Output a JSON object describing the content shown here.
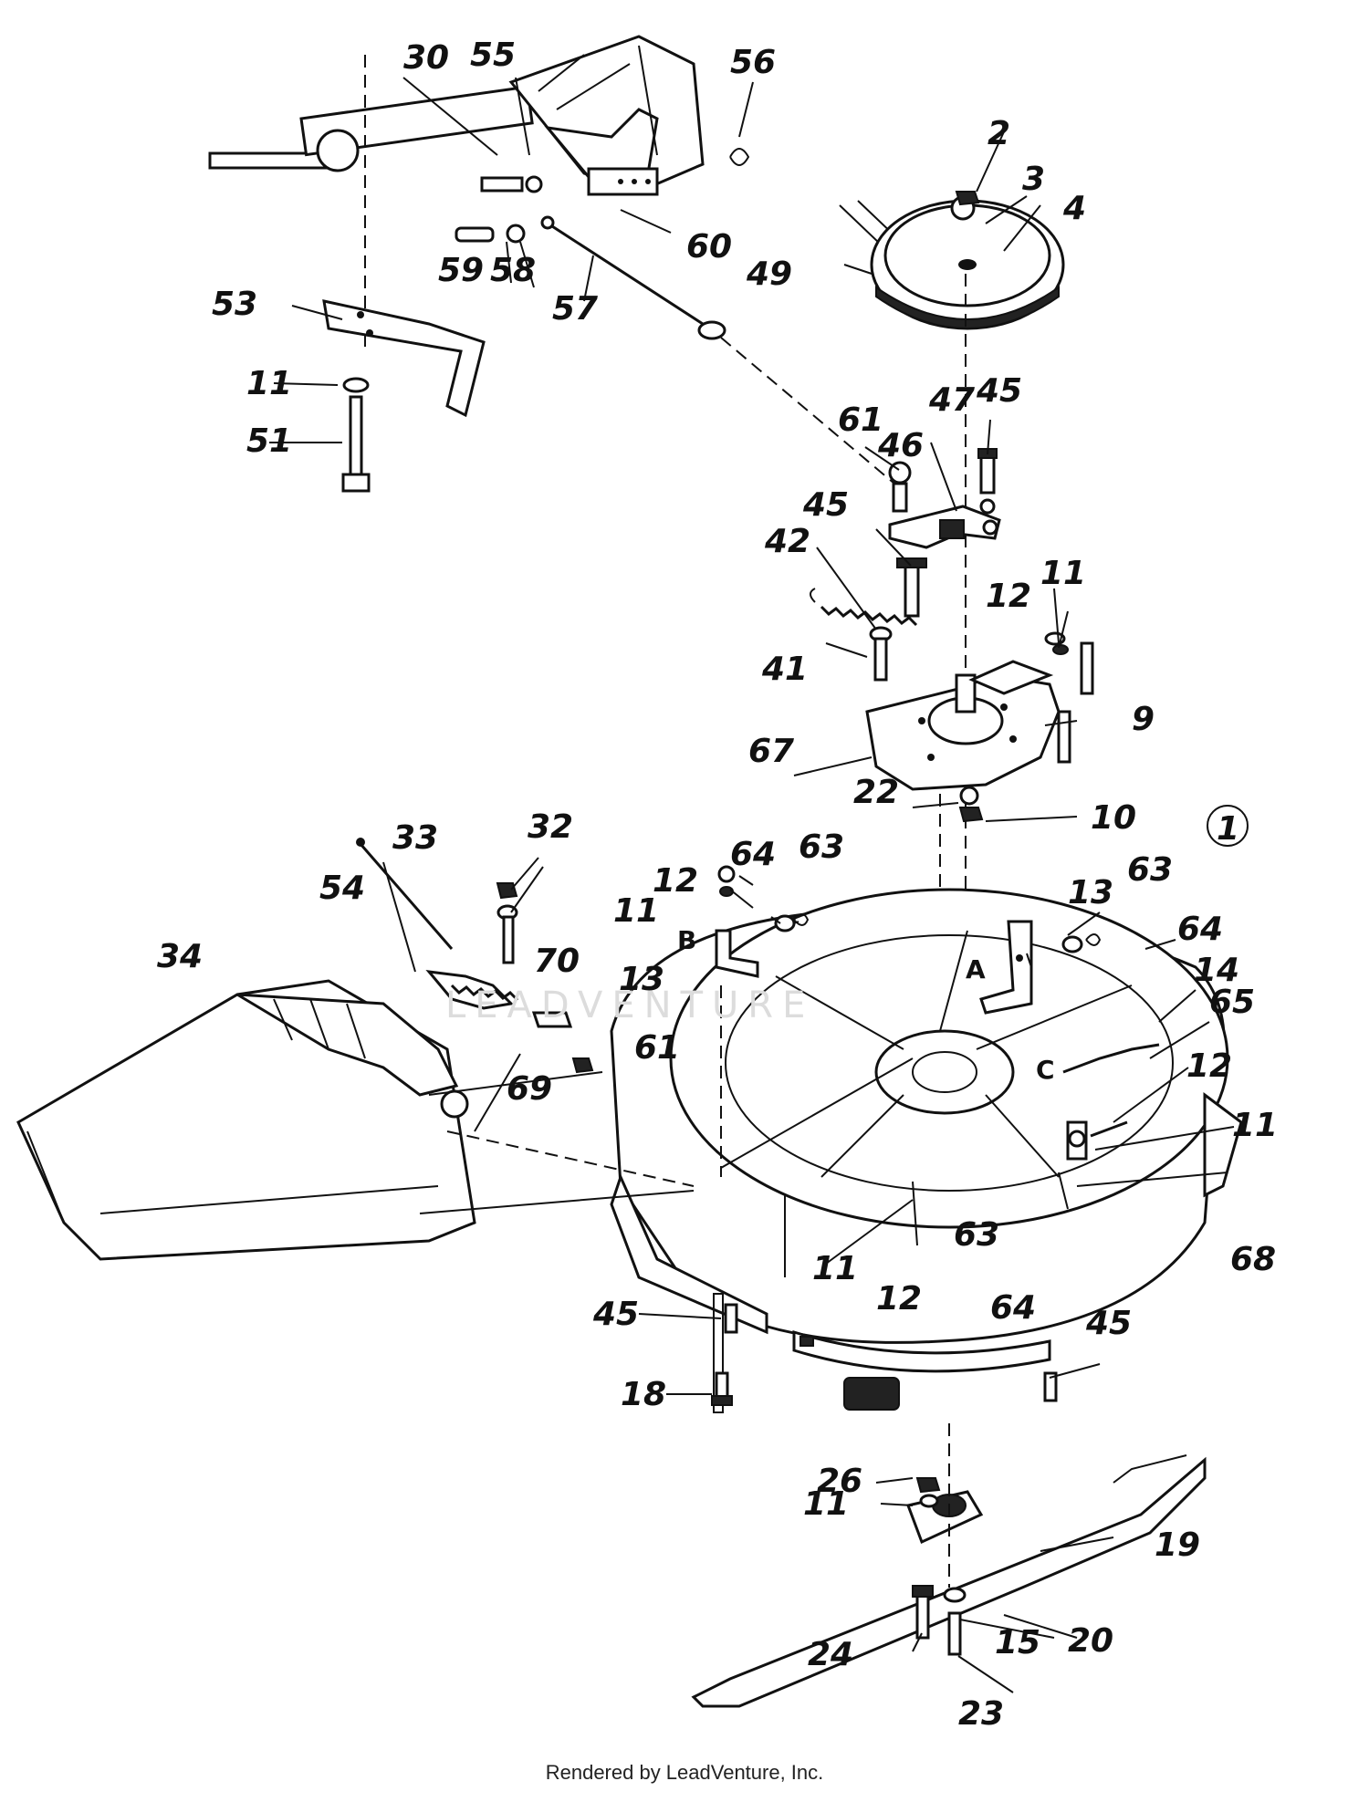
{
  "diagram": {
    "figure_number": "1",
    "callouts": [
      "30",
      "55",
      "56",
      "2",
      "3",
      "4",
      "49",
      "60",
      "59",
      "58",
      "57",
      "53",
      "11",
      "51",
      "61",
      "46",
      "47",
      "45",
      "45",
      "42",
      "11",
      "12",
      "41",
      "9",
      "67",
      "22",
      "10",
      "33",
      "32",
      "64",
      "63",
      "13",
      "63",
      "64",
      "14",
      "65",
      "12",
      "11",
      "13",
      "54",
      "70",
      "34",
      "61",
      "69",
      "12",
      "11",
      "63",
      "68",
      "11",
      "12",
      "64",
      "45",
      "45",
      "18",
      "26",
      "11",
      "20",
      "19",
      "24",
      "15",
      "23"
    ],
    "reference_letters": [
      "A",
      "B",
      "C"
    ],
    "watermark": "LEADVENTURE"
  },
  "footer": {
    "credit": "Rendered by LeadVenture, Inc."
  }
}
